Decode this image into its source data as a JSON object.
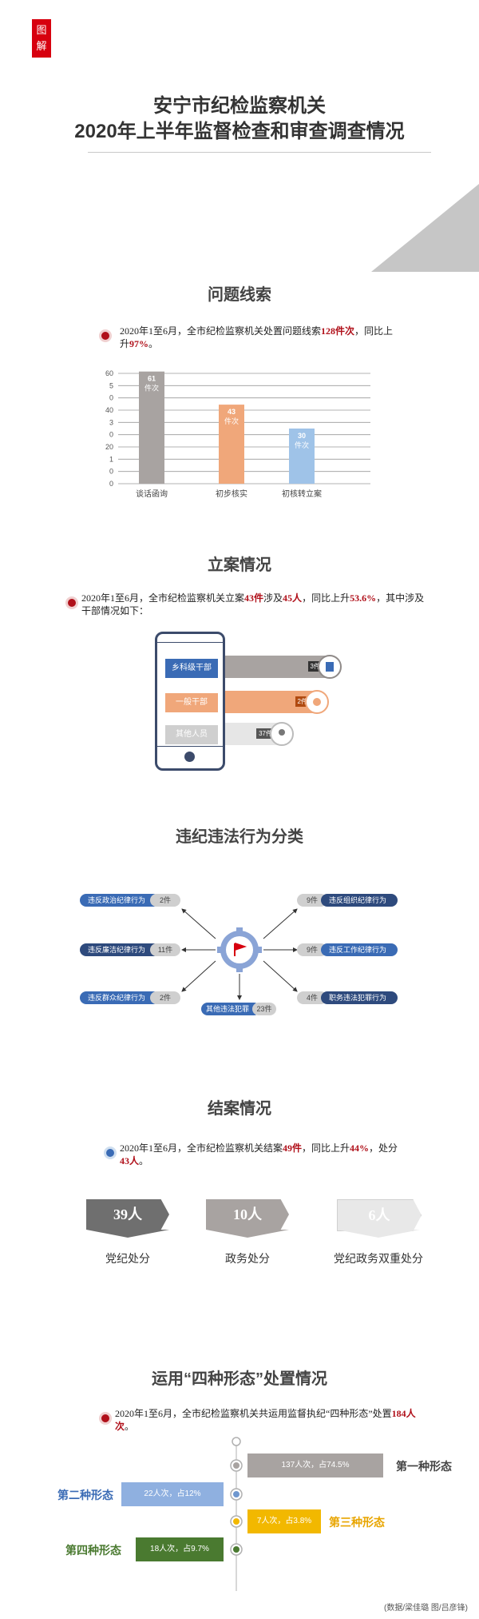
{
  "badge": "图解",
  "title_line1": "安宁市纪检监察机关",
  "title_line2": "2020年上半年监督检查和审查调查情况",
  "section1": {
    "title": "问题线索",
    "text_a": "2020年1至6月，全市纪检监察机关处置问题线索",
    "hl_a": "128件次",
    "text_b": "，同比上升",
    "hl_b": "97%",
    "text_c": "。"
  },
  "chart_data": {
    "type": "bar",
    "categories": [
      "谈话函询",
      "初步核实",
      "初核转立案"
    ],
    "values": [
      61,
      43,
      30
    ],
    "data_labels": [
      "61件次",
      "43件次",
      "30件次"
    ],
    "y_ticks": [
      "60",
      "5",
      "0",
      "40",
      "3",
      "0",
      "20",
      "1",
      "0",
      "0"
    ],
    "ylim": [
      0,
      60
    ],
    "colors": [
      "#a8a3a1",
      "#f0a77a",
      "#9fc3e8"
    ],
    "title": "",
    "xlabel": "",
    "ylabel": ""
  },
  "section2": {
    "title": "立案情况",
    "text_a": "2020年1至6月，全市纪检监察机关立案",
    "hl_a": "43件",
    "text_b": "涉及",
    "hl_b": "45人",
    "text_c": "，同比上升",
    "hl_c": "53.6%",
    "text_d": "，其中涉及干部情况如下：",
    "rows": [
      {
        "label": "乡科级干部",
        "count": "3件"
      },
      {
        "label": "一般干部",
        "count": "2件"
      },
      {
        "label": "其他人员",
        "count": "37件"
      }
    ]
  },
  "section3": {
    "title": "违纪违法行为分类",
    "left": [
      {
        "label": "违反政治纪律行为",
        "count": "2件"
      },
      {
        "label": "违反廉洁纪律行为",
        "count": "11件"
      },
      {
        "label": "违反群众纪律行为",
        "count": "2件"
      }
    ],
    "right": [
      {
        "label": "违反组织纪律行为",
        "count": "9件"
      },
      {
        "label": "违反工作纪律行为",
        "count": "9件"
      },
      {
        "label": "职务违法犯罪行为",
        "count": "4件"
      }
    ],
    "bottom": {
      "label": "其他违法犯罪",
      "count": "23件"
    }
  },
  "section4": {
    "title": "结案情况",
    "text_a": "2020年1至6月，全市纪检监察机关结案",
    "hl_a": "49件",
    "text_b": "，同比上升",
    "hl_b": "44%",
    "text_c": "，处分",
    "hl_c": "43人",
    "text_d": "。",
    "boxes": [
      {
        "value": "39人",
        "label": "党纪处分"
      },
      {
        "value": "10人",
        "label": "政务处分"
      },
      {
        "value": "6人",
        "label": "党纪政务双重处分"
      }
    ]
  },
  "section5": {
    "title": "运用“四种形态”处置情况",
    "text_a": "2020年1至6月，全市纪检监察机关共运用监督执纪“四种形态”处置",
    "hl_a": "184人次",
    "text_b": "。",
    "forms": [
      {
        "name": "第一种形态",
        "value": "137人次，占74.5%"
      },
      {
        "name": "第二种形态",
        "value": "22人次，占12%"
      },
      {
        "name": "第三种形态",
        "value": "7人次，占3.8%"
      },
      {
        "name": "第四种形态",
        "value": "18人次，占9.7%"
      }
    ]
  },
  "credit": "(数据/梁佳璐 图/吕彦锋)"
}
